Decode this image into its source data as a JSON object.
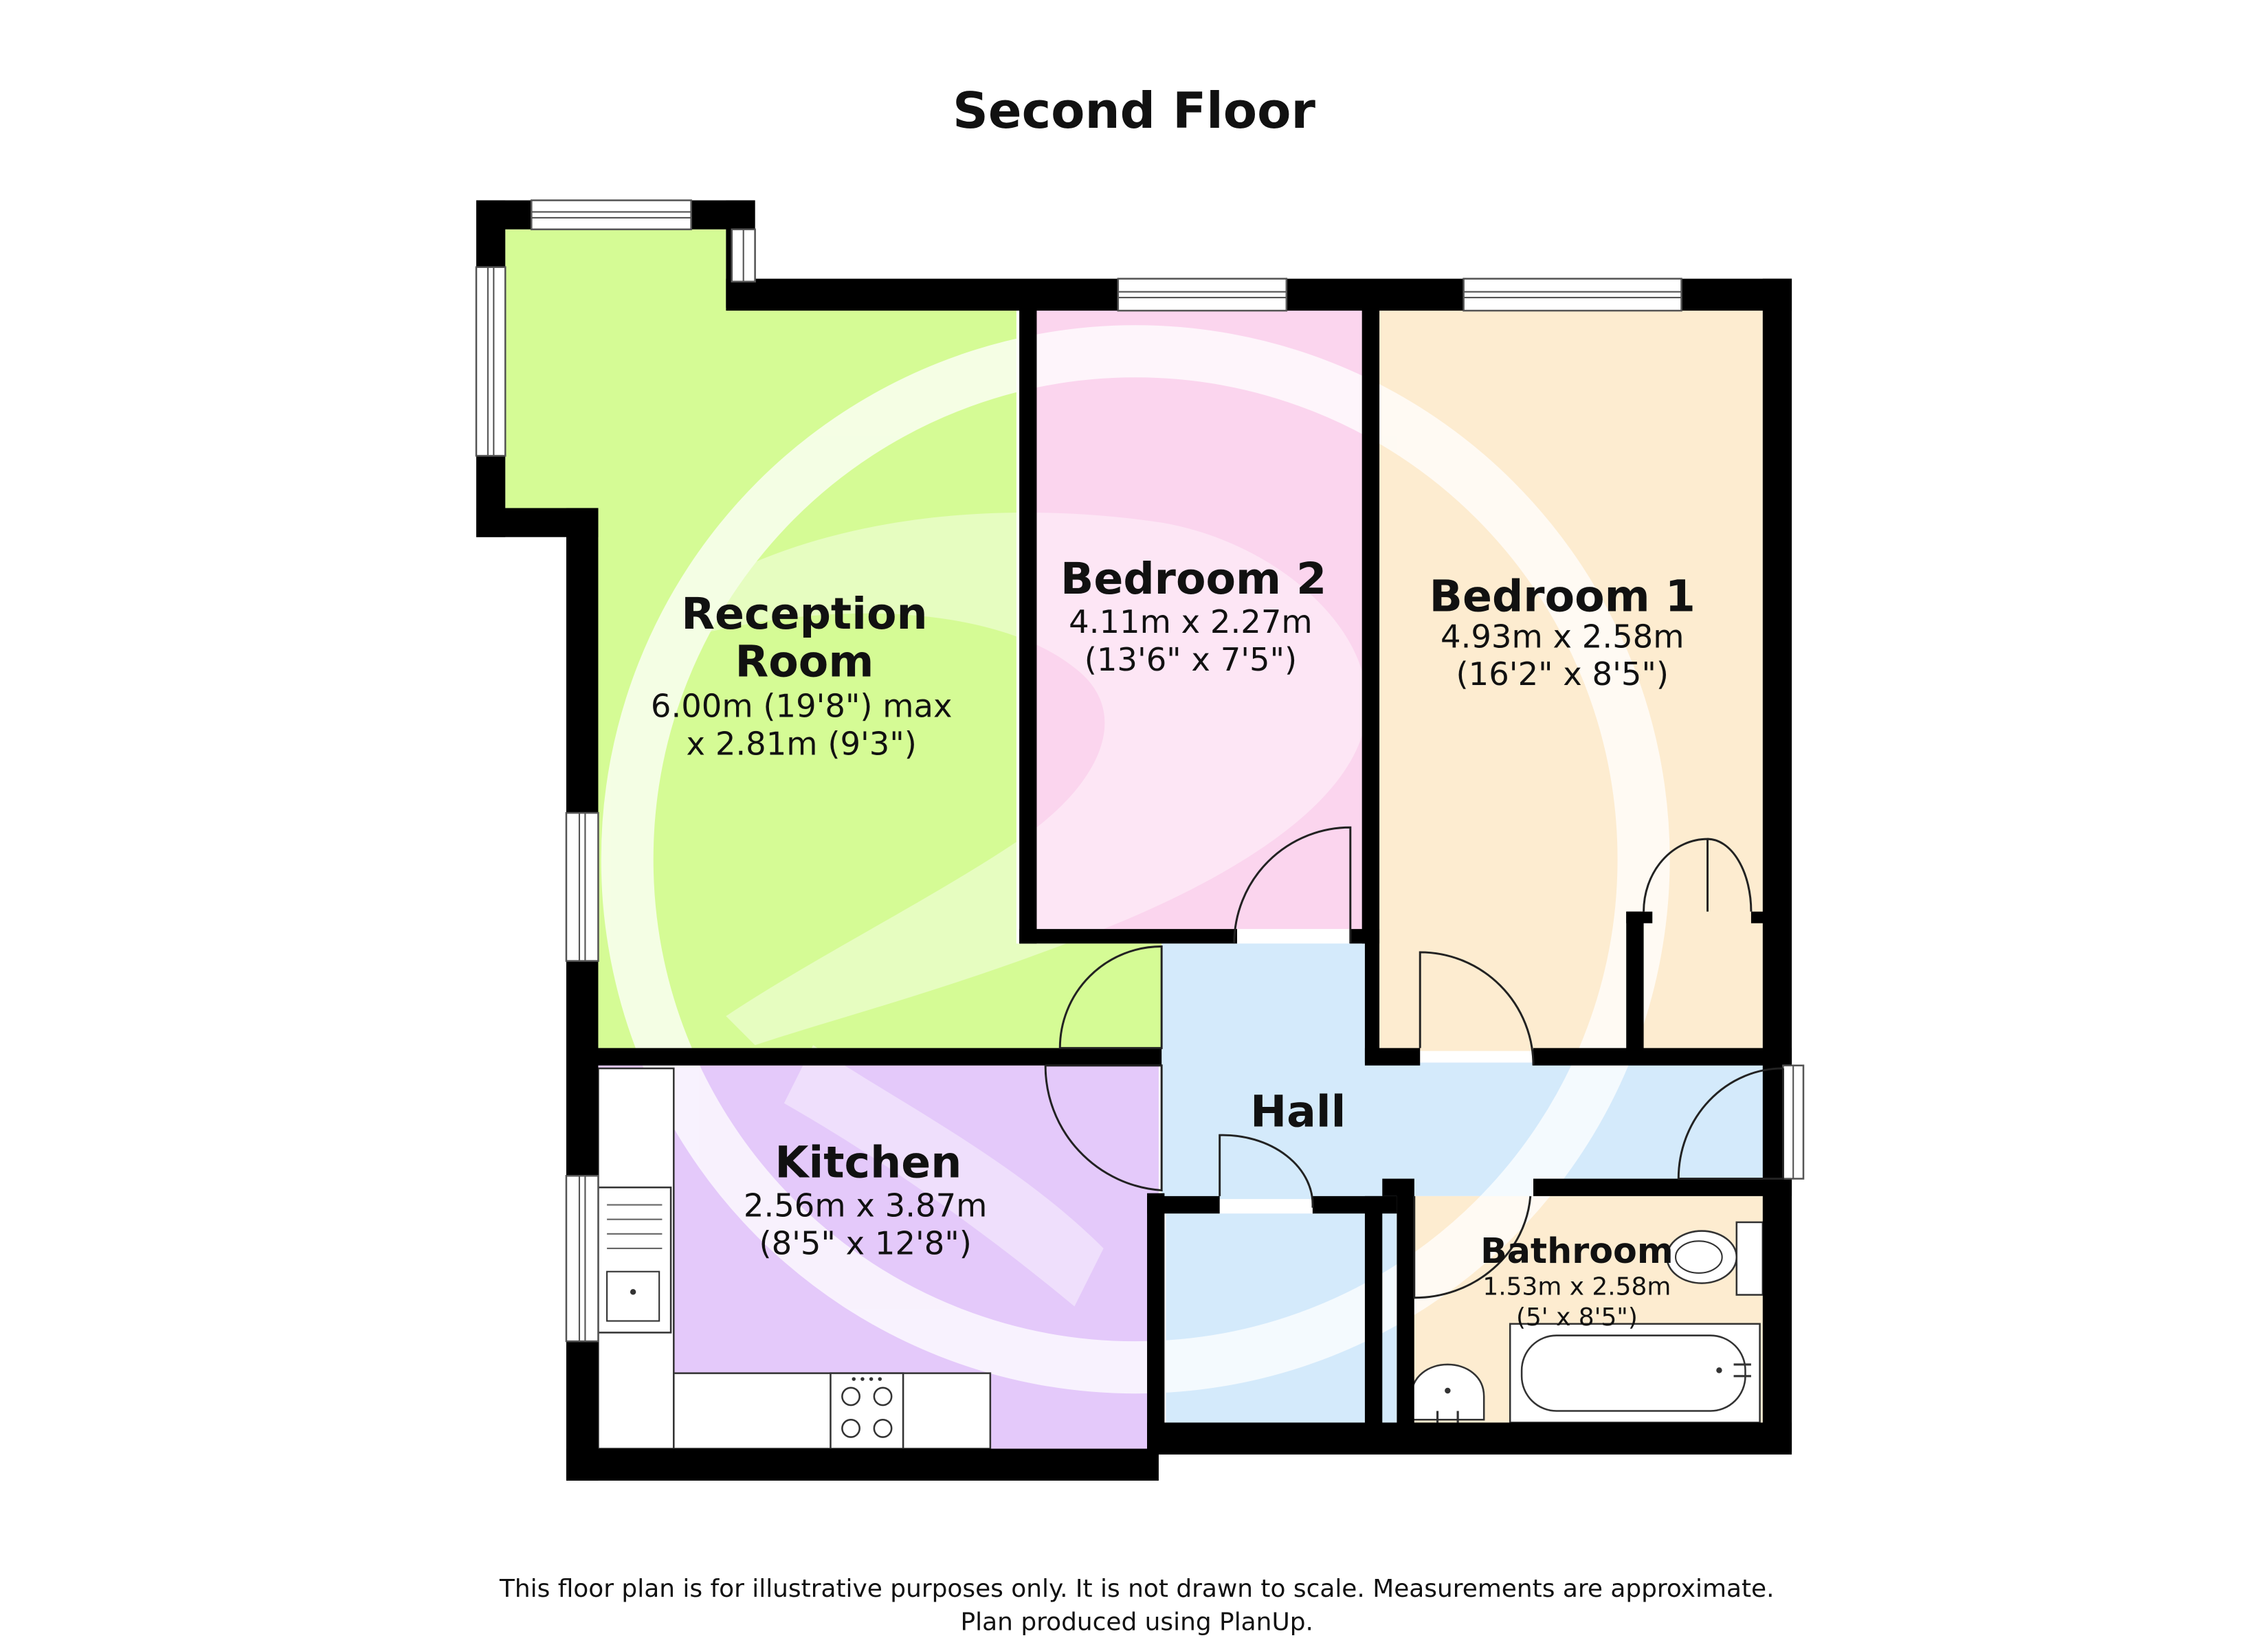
{
  "floor_title": "Second Floor",
  "rooms": {
    "reception": {
      "name_line1": "Reception",
      "name_line2": "Room",
      "dim_line1": "6.00m (19'8\") max",
      "dim_line2": "x 2.81m (9'3\")",
      "color": "#d5fb95"
    },
    "bedroom2": {
      "name": "Bedroom 2",
      "dim_line1": "4.11m x 2.27m",
      "dim_line2": "(13'6\" x 7'5\")",
      "color": "#fbd5ee"
    },
    "bedroom1": {
      "name": "Bedroom 1",
      "dim_line1": "4.93m x 2.58m",
      "dim_line2": "(16'2\" x 8'5\")",
      "color": "#fdecd0"
    },
    "hall": {
      "name": "Hall",
      "color": "#d4eafb"
    },
    "kitchen": {
      "name": "Kitchen",
      "dim_line1": "2.56m x 3.87m",
      "dim_line2": "(8'5\" x 12'8\")",
      "color": "#e4c9fa"
    },
    "bathroom": {
      "name": "Bathroom",
      "dim_line1": "1.53m x 2.58m",
      "dim_line2": "(5' x 8'5\")",
      "color": "#fdecd0"
    }
  },
  "footer": {
    "line1": "This floor plan is for illustrative purposes only. It is not drawn to scale. Measurements are approximate.",
    "line2": "Plan produced using PlanUp."
  },
  "icons": [
    "door-swing-icon",
    "window-icon",
    "sink-icon",
    "hob-icon",
    "toilet-icon",
    "bath-icon",
    "basin-icon",
    "watermark-logo"
  ]
}
